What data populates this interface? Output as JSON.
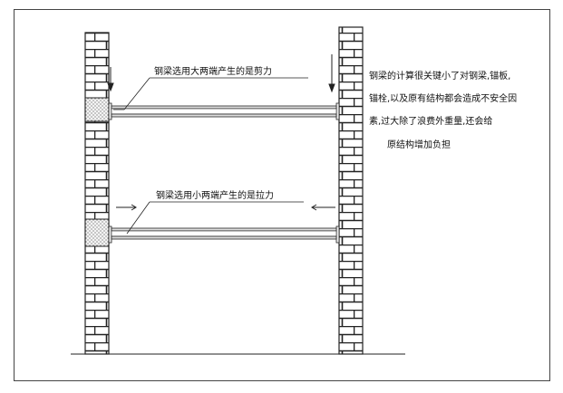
{
  "diagram": {
    "beam_top_label": "钢梁选用大两端产生的是剪力",
    "beam_bottom_label": "钢梁选用小两端产生的是拉力",
    "note_lines": [
      "钢梁的计算很关键小了对钢梁,锚板,",
      "锚栓,以及原有结构都会造成不安全因",
      "素,过大除了浪费外重量,还会给",
      "原结构增加负担"
    ]
  }
}
